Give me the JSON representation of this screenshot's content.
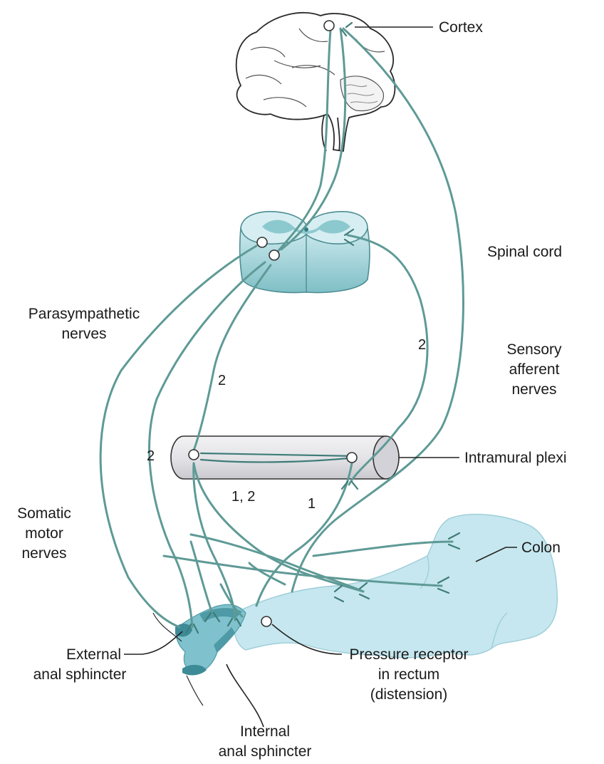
{
  "labels": {
    "cortex": "Cortex",
    "spinal_cord": "Spinal cord",
    "parasympathetic": [
      "Parasympathetic",
      "nerves"
    ],
    "sensory": [
      "Sensory",
      "afferent",
      "nerves"
    ],
    "intramural": "Intramural plexi",
    "somatic": [
      "Somatic",
      "motor",
      "nerves"
    ],
    "colon": "Colon",
    "external": [
      "External",
      "anal sphincter"
    ],
    "internal": [
      "Internal",
      "anal sphincter"
    ],
    "pressure": [
      "Pressure receptor",
      "in rectum",
      "(distension)"
    ]
  },
  "pathway_numbers": {
    "sensory_2": "2",
    "cord_2": "2",
    "left_2": "2",
    "mid_12": "1, 2",
    "right_1": "1"
  },
  "colors": {
    "nerve": "#5e9a96",
    "colon_fill": "#c6e7ef",
    "sphincter": "#4e9aa6",
    "cord_light": "#d6eef2",
    "cord_dark": "#8cc9cf"
  }
}
